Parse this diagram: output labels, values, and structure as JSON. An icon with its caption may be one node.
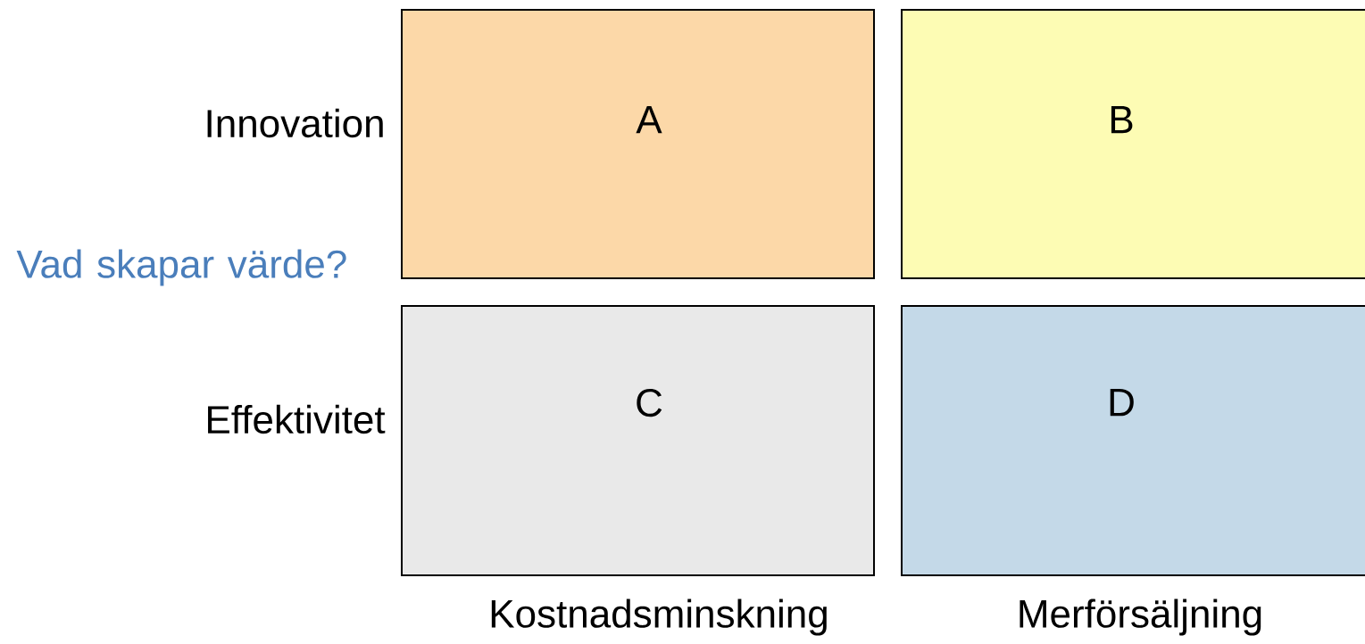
{
  "diagram": {
    "nodes": [
      {
        "text": [
          "A"
        ]
      },
      {
        "text": [
          "B"
        ]
      },
      {
        "text": [
          "C"
        ]
      },
      {
        "text": [
          "D"
        ]
      }
    ],
    "labels": [
      "Innovation",
      "Vad skapar värde?",
      "Effektivitet",
      "Kostnadsminskning",
      "Merförsäljning"
    ]
  }
}
